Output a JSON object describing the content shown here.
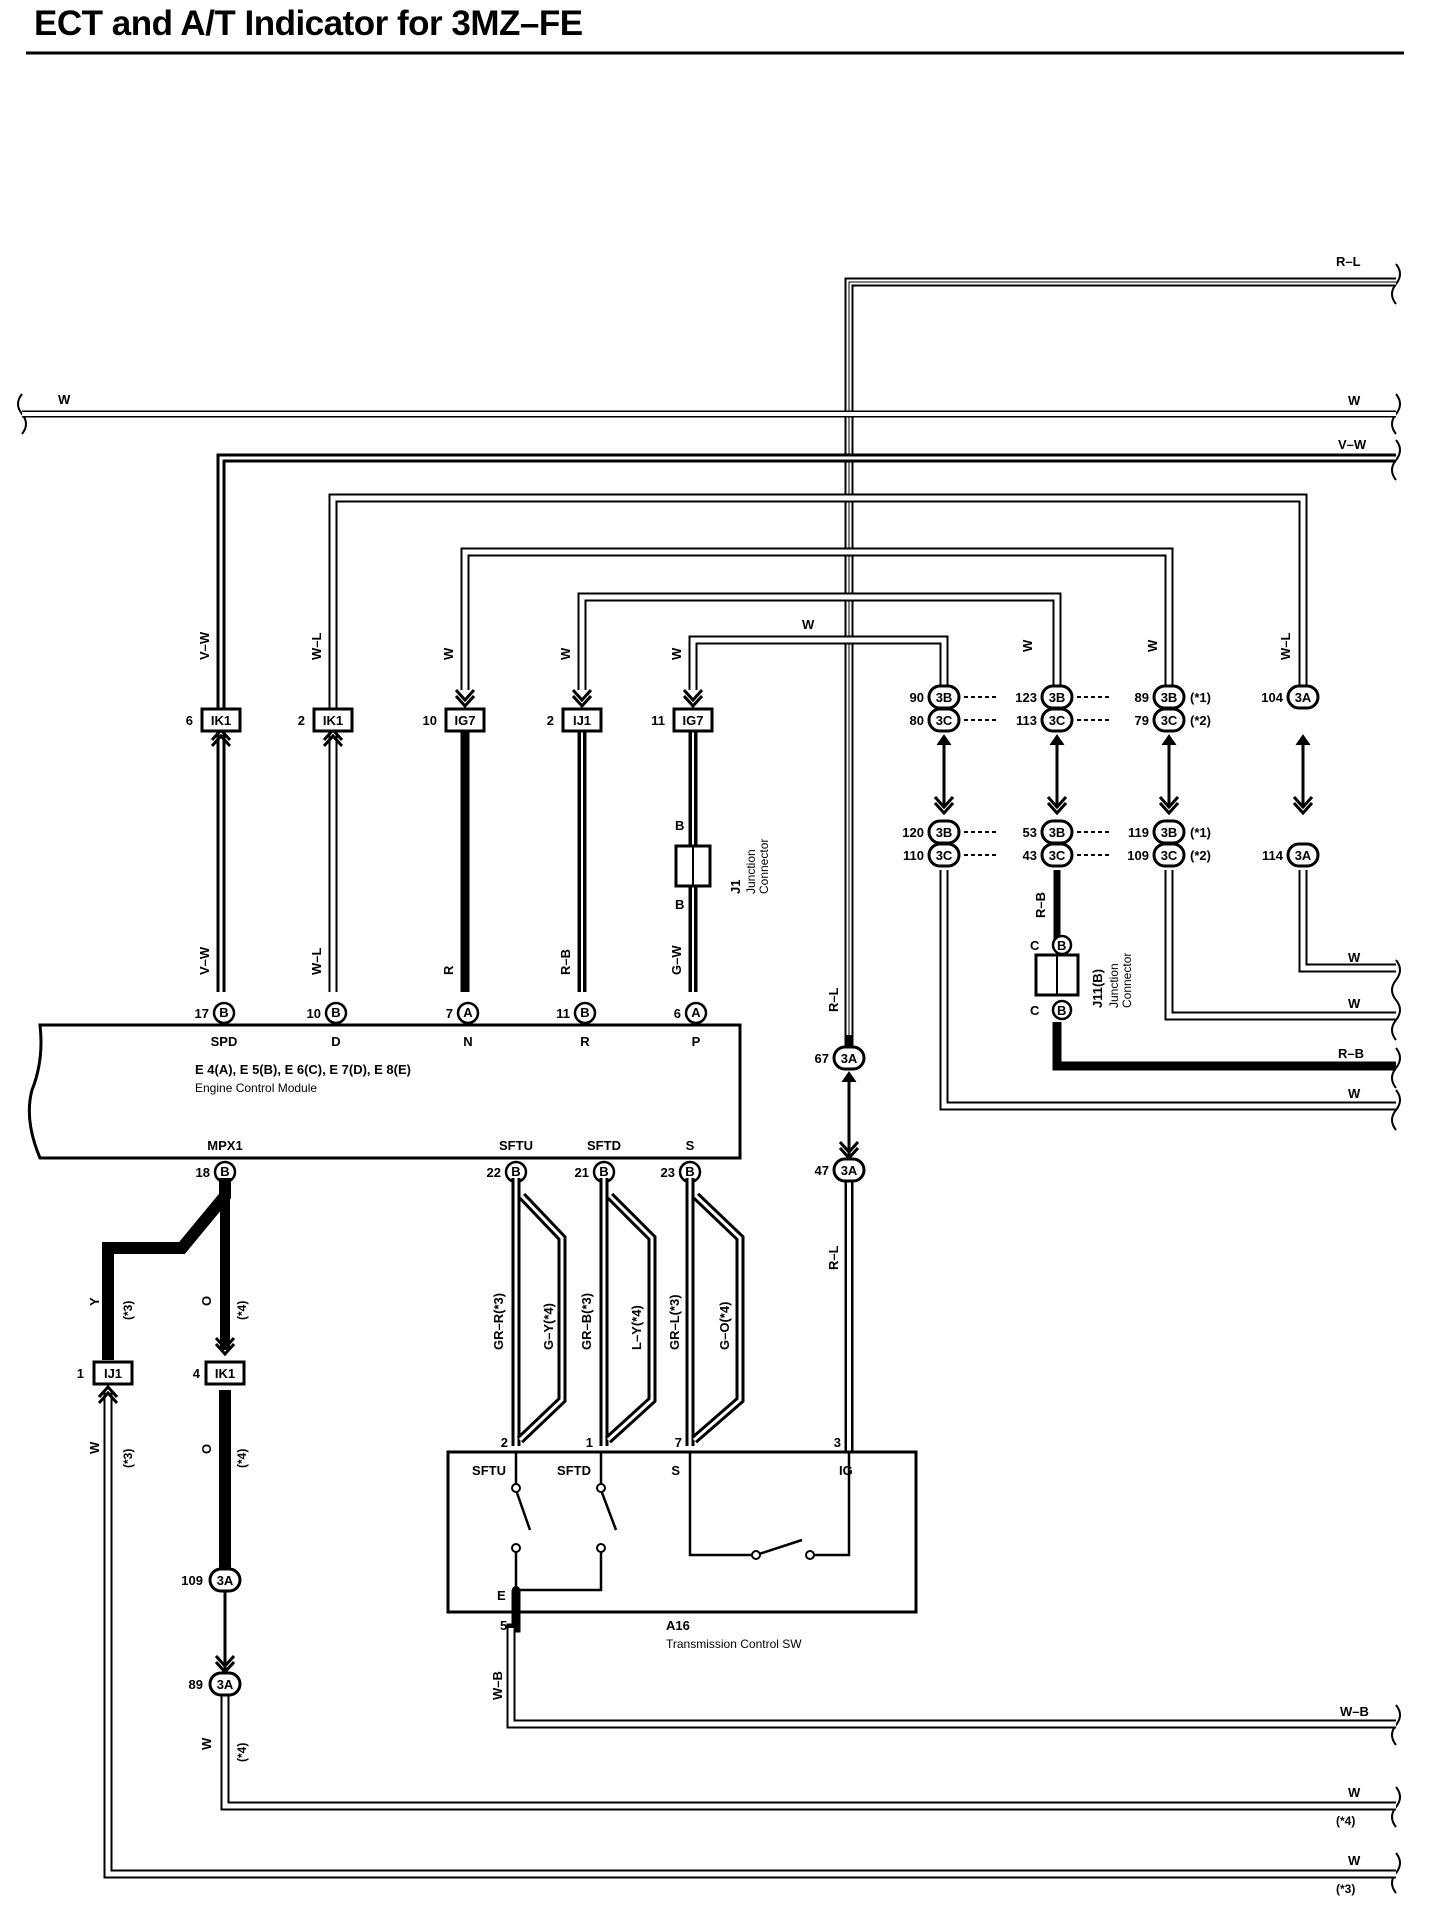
{
  "title": "ECT and A/T Indicator for 3MZ–FE",
  "ecm": {
    "ref": "E 4(A), E 5(B), E 6(C), E 7(D), E 8(E)",
    "name": "Engine Control Module",
    "top_pins": [
      {
        "num": "17",
        "code": "B",
        "name": "SPD",
        "wire": "V–W"
      },
      {
        "num": "10",
        "code": "B",
        "name": "D",
        "wire": "W–L"
      },
      {
        "num": "7",
        "code": "A",
        "name": "N",
        "wire": "R"
      },
      {
        "num": "11",
        "code": "B",
        "name": "R",
        "wire": "R–B"
      },
      {
        "num": "6",
        "code": "A",
        "name": "P",
        "wire": "G–W"
      }
    ],
    "bottom_pins": [
      {
        "num": "18",
        "code": "B",
        "name": "MPX1"
      },
      {
        "num": "22",
        "code": "B",
        "name": "SFTU"
      },
      {
        "num": "21",
        "code": "B",
        "name": "SFTD"
      },
      {
        "num": "23",
        "code": "B",
        "name": "S"
      }
    ]
  },
  "top_connectors": [
    {
      "num": "6",
      "code": "IK1",
      "wire": "V–W"
    },
    {
      "num": "2",
      "code": "IK1",
      "wire": "W–L"
    },
    {
      "num": "10",
      "code": "IG7",
      "wire": "W"
    },
    {
      "num": "2",
      "code": "IJ1",
      "wire": "W"
    },
    {
      "num": "11",
      "code": "IG7",
      "wire": "W"
    }
  ],
  "right_wires": [
    "R–L",
    "W",
    "V–W",
    "W",
    "W",
    "R–B",
    "W",
    "W–B",
    "W",
    "W"
  ],
  "left_wire": "W",
  "junction_j1": {
    "id": "J1",
    "name": "Junction\nConnector",
    "pin": "B"
  },
  "junction_j11": {
    "id": "J11(B)",
    "name": "Junction\nConnector",
    "pin": "C",
    "pin_code": "B",
    "wire": "R–B"
  },
  "junction_pins": {
    "upper": [
      {
        "a": "90",
        "ac": "3B",
        "b": "123",
        "bc": "3B",
        "c": "89",
        "cc": "3B",
        "note": "(*1)"
      },
      {
        "a": "80",
        "ac": "3C",
        "b": "113",
        "bc": "3C",
        "c": "79",
        "cc": "3C",
        "note": "(*2)"
      }
    ],
    "lower": [
      {
        "a": "120",
        "ac": "3B",
        "b": "53",
        "bc": "3B",
        "c": "119",
        "cc": "3B",
        "note": "(*1)"
      },
      {
        "a": "110",
        "ac": "3C",
        "b": "43",
        "bc": "3C",
        "c": "109",
        "cc": "3C",
        "note": "(*2)"
      }
    ],
    "side_top": {
      "num": "104",
      "code": "3A",
      "wire": "W–L"
    },
    "side_bottom": {
      "num": "114",
      "code": "3A"
    },
    "col_wires": [
      "W",
      "W"
    ]
  },
  "rl_path": {
    "wire": "R–L",
    "c1": {
      "num": "67",
      "code": "3A"
    },
    "c2": {
      "num": "47",
      "code": "3A"
    }
  },
  "lower_wires": {
    "y_wire": "Y",
    "y_note": "(*3)",
    "o_wire": "O",
    "o_note": "(*4)",
    "ij1": {
      "num": "1",
      "code": "IJ1"
    },
    "ik1": {
      "num": "4",
      "code": "IK1"
    },
    "c109": {
      "num": "109",
      "code": "3A"
    },
    "c89": {
      "num": "89",
      "code": "3A"
    },
    "w_wire": "W",
    "n3": "(*3)",
    "n4": "(*4)",
    "pairs": [
      "GR–R(*3)",
      "G–Y(*4)",
      "GR–B(*3)",
      "L–Y(*4)",
      "GR–L(*3)",
      "G–O(*4)"
    ],
    "sw_wire": "R–L",
    "wb": "W–B"
  },
  "switch": {
    "id": "A16",
    "name": "Transmission Control SW",
    "pins": [
      {
        "num": "2",
        "name": "SFTU"
      },
      {
        "num": "1",
        "name": "SFTD"
      },
      {
        "num": "7",
        "name": "S"
      },
      {
        "num": "3",
        "name": "IG"
      }
    ],
    "ground": {
      "num": "5",
      "name": "E"
    }
  },
  "notes": {
    "n3": "(*3)",
    "n4": "(*4)"
  }
}
